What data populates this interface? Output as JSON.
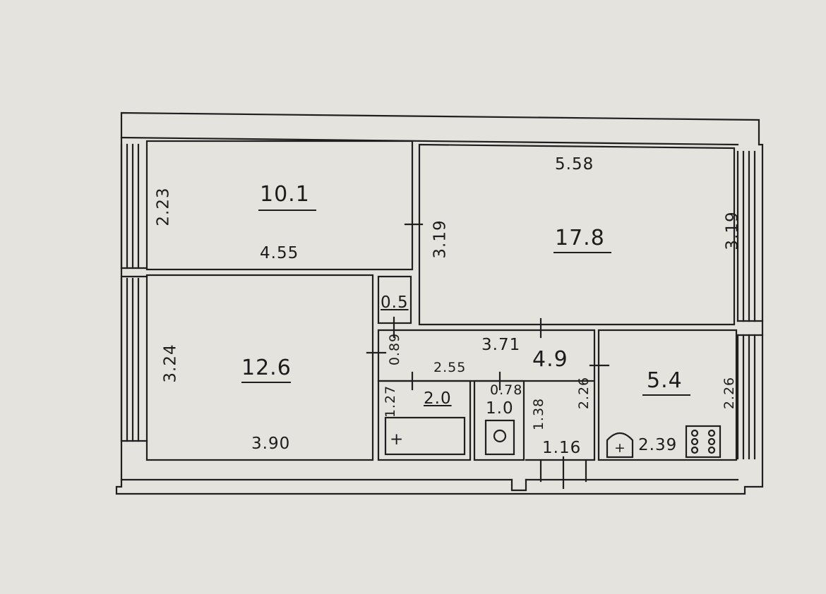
{
  "rooms": [
    {
      "area": "10.1",
      "width": "4.55",
      "height": "2.23"
    },
    {
      "area": "17.8",
      "width": "5.58",
      "height_left": "3.19",
      "height_right": "3.19"
    },
    {
      "area": "12.6",
      "width": "3.90",
      "height": "3.24"
    },
    {
      "area": "0.5"
    },
    {
      "area": "4.9",
      "width": "3.71",
      "height_left": "0.89",
      "height_right": "2.26",
      "inner_width": "2.55",
      "inner_height": "1.38",
      "bottom_width": "1.16"
    },
    {
      "area": "2.0",
      "height": "1.27"
    },
    {
      "area": "1.0",
      "width": "0.78"
    },
    {
      "area": "5.4",
      "width": "2.39",
      "height": "2.26"
    }
  ],
  "symbols": {
    "cross": "+"
  }
}
